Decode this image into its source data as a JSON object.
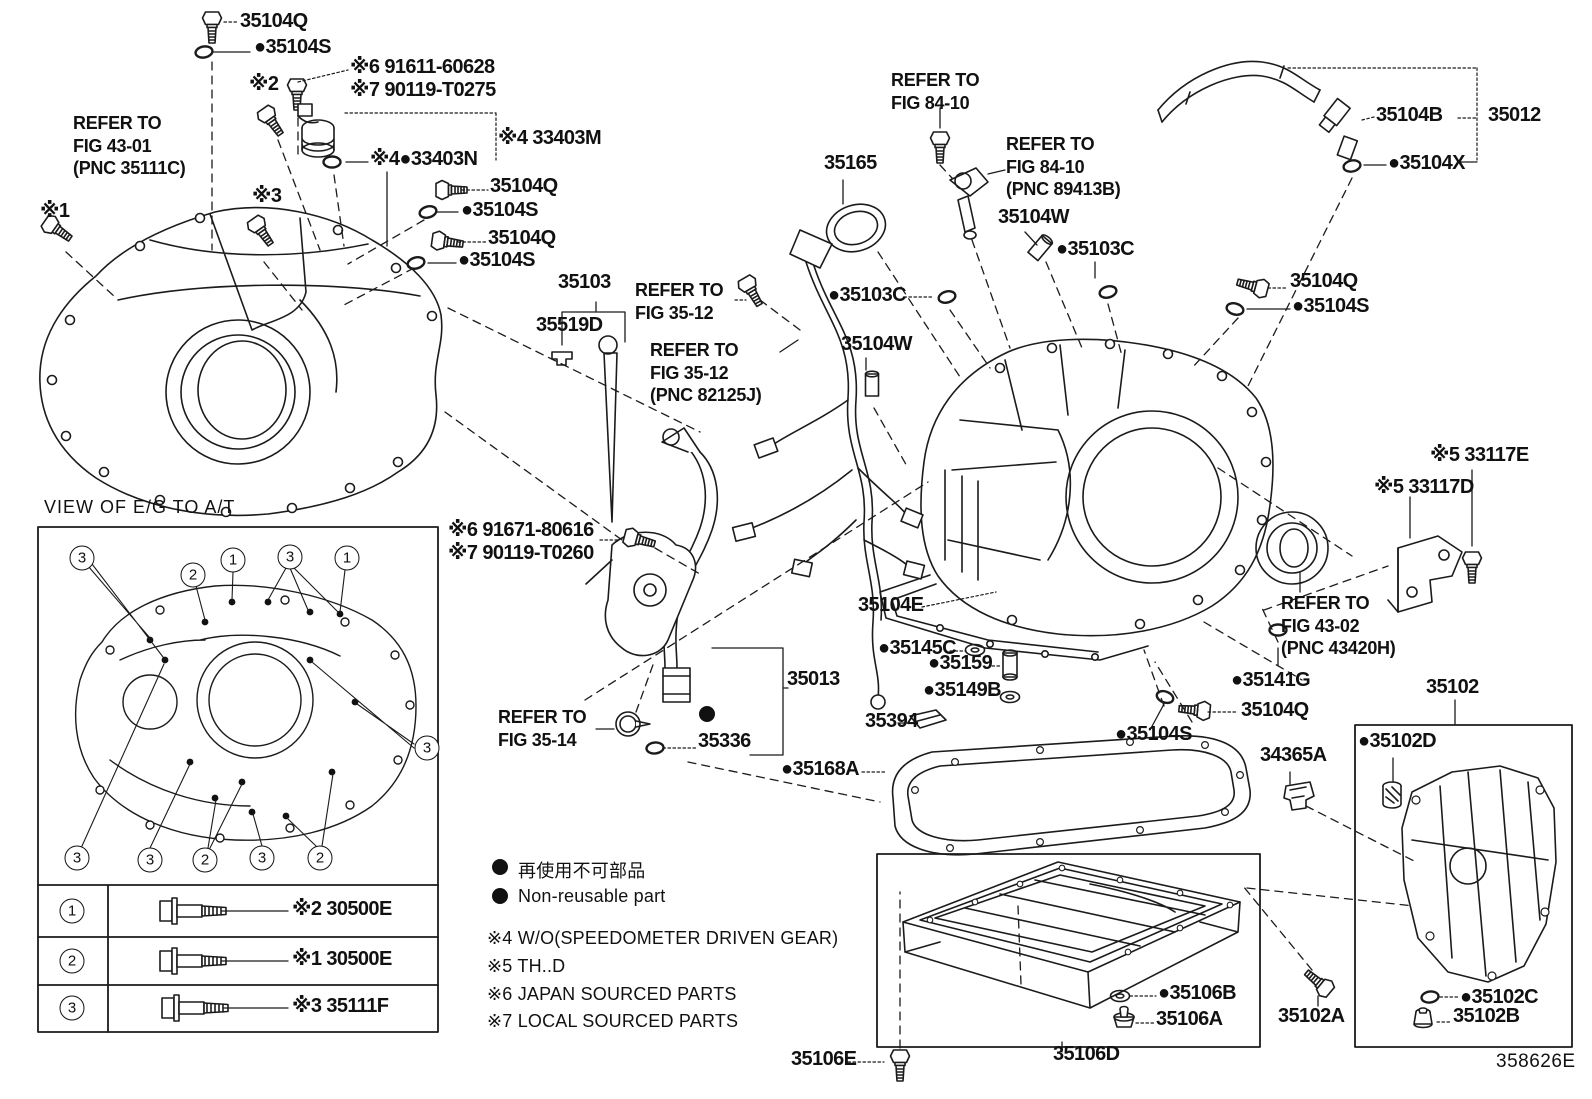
{
  "code": "358626E",
  "view": {
    "title": "VIEW OF E/G TO A/T",
    "markers": [
      "3",
      "2",
      "1",
      "3",
      "1",
      "3",
      "3",
      "3",
      "2",
      "3",
      "2"
    ]
  },
  "table": {
    "rows": [
      {
        "no": "1",
        "label": "※2 30500E"
      },
      {
        "no": "2",
        "label": "※1 30500E"
      },
      {
        "no": "3",
        "label": "※3 35111F"
      }
    ]
  },
  "legend": {
    "bullet": "●",
    "jp": "再使用不可部品",
    "en": "Non-reusable part",
    "notes": [
      "※4 W/O(SPEEDOMETER DRIVEN GEAR)",
      "※5 TH..D",
      "※6 JAPAN SOURCED PARTS",
      "※7 LOCAL SOURCED PARTS"
    ]
  },
  "labels": {
    "q": "35104Q",
    "s": "●35104S",
    "b91611": "※6 91611-60628",
    "t0275": "※7 90119-T0275",
    "m1": "※1",
    "m2": "※2",
    "m3": "※3",
    "ref4301": "REFER TO\nFIG 43-01\n(PNC 35111C)",
    "m33403M": "※4 33403M",
    "m33403N": "※4●33403N",
    "p35103": "35103",
    "p35519D": "35519D",
    "ref3512": "REFER TO\nFIG 35-12",
    "ref3512p": "REFER TO\nFIG 35-12\n(PNC 82125J)",
    "p35165": "35165",
    "ref8410": "REFER TO\nFIG 84-10",
    "ref8410p": "REFER TO\nFIG 84-10\n(PNC 89413B)",
    "p35104W": "35104W",
    "p35103C": "●35103C",
    "p35104B": "35104B",
    "p35012": "35012",
    "p35104X": "●35104X",
    "m33117E": "※5 33117E",
    "m33117D": "※5 33117D",
    "ref4302": "REFER TO\nFIG 43-02\n(PNC 43420H)",
    "b91671": "※6 91671-80616",
    "t0260": "※7 90119-T0260",
    "p35104E": "35104E",
    "p35145C": "●35145C",
    "p35159": "●35159",
    "p35149B": "●35149B",
    "p35394": "35394",
    "p35141G": "●35141G",
    "ref3514": "REFER TO\nFIG 35-14",
    "p35013": "35013",
    "p35336": "35336",
    "p35168A": "●35168A",
    "p34365A": "34365A",
    "p35102": "35102",
    "p35102D": "●35102D",
    "p35102C": "●35102C",
    "p35102B": "35102B",
    "p35102A": "35102A",
    "p35106E": "35106E",
    "p35106D": "35106D",
    "p35106B": "●35106B",
    "p35106A": "35106A"
  }
}
